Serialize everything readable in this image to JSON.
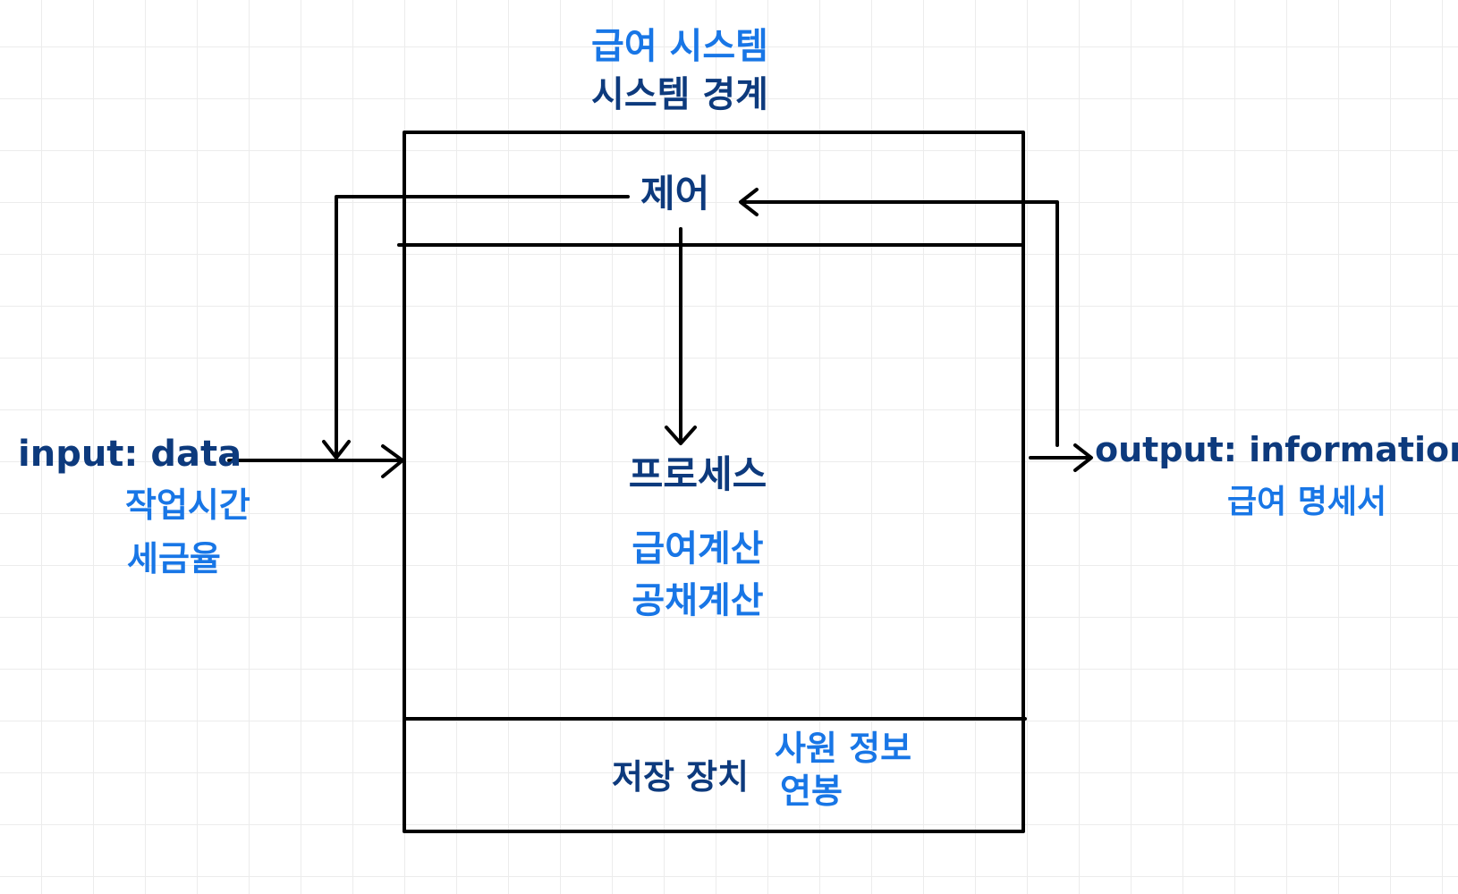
{
  "title": {
    "line1": "급여 시스템",
    "line2": "시스템 경계"
  },
  "control": {
    "label": "제어"
  },
  "process": {
    "label": "프로세스",
    "items": [
      "급여계산",
      "공채계산"
    ]
  },
  "storage": {
    "label": "저장 장치",
    "items": [
      "사원 정보",
      "연봉"
    ]
  },
  "input": {
    "label": "input: data",
    "items": [
      "작업시간",
      "세금율"
    ]
  },
  "output": {
    "label": "output: information",
    "items": [
      "급여 명세서"
    ]
  },
  "colors": {
    "ink": "#0d3a7d",
    "accent": "#1876e6",
    "line": "#000000",
    "grid": "#ececec"
  }
}
